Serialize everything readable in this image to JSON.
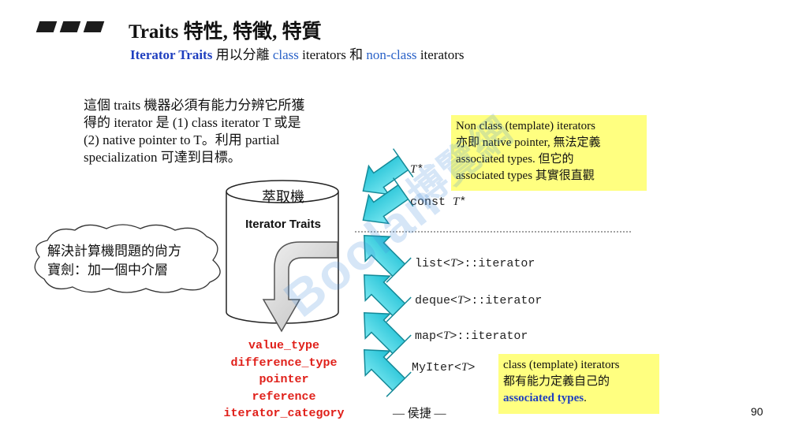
{
  "header": {
    "title": "Traits 特性, 特徵, 特質",
    "subtitle_bold": "Iterator Traits",
    "subtitle_t1": " 用以分離 ",
    "subtitle_link1": "class",
    "subtitle_t2": " iterators 和 ",
    "subtitle_link2": "non-class",
    "subtitle_t3": " iterators"
  },
  "paragraph": {
    "lines": [
      "這個 traits 機器必須有能力分辨它所獲",
      "得的 iterator 是 (1) class iterator T 或是",
      "(2) native pointer to T。利用 partial",
      "specialization 可達到目標。"
    ]
  },
  "cylinder": {
    "title": "萃取機",
    "subtitle": "Iterator Traits"
  },
  "cloud": {
    "lines": [
      "解決計算機問題的尙方",
      "寶劍：加一個中介層"
    ]
  },
  "associated_types": [
    "value_type",
    "difference_type",
    "pointer",
    "reference",
    "iterator_category"
  ],
  "inputs": {
    "native": [
      {
        "pre": "",
        "t": "T",
        "post": "*"
      },
      {
        "pre": "const ",
        "t": "T",
        "post": "*"
      }
    ],
    "class": [
      {
        "pre": "list<",
        "t": "T",
        "post": ">::iterator"
      },
      {
        "pre": "deque<",
        "t": "T",
        "post": ">::iterator"
      },
      {
        "pre": "map<",
        "t": "T",
        "post": ">::iterator"
      },
      {
        "pre": "MyIter<",
        "t": "T",
        "post": ">"
      }
    ]
  },
  "note_top": {
    "lines": [
      "Non class (template) iterators",
      "亦即 native pointer, 無法定義",
      "associated types. 但它的",
      "associated types 其實很直觀"
    ]
  },
  "note_bottom": {
    "l1": "class (template) iterators",
    "l2": "都有能力定義自己的",
    "l3_bold": "associated types",
    "l3_end": "."
  },
  "footer": {
    "author": "— 侯捷 —",
    "page": "90"
  },
  "watermark": {
    "brand": "Boolan",
    "cn": "博覽網"
  },
  "colors": {
    "accent_red": "#e0201a",
    "accent_blue": "#1f3fbf",
    "note_bg": "#ffff80",
    "arrow": "#32d6e6"
  }
}
